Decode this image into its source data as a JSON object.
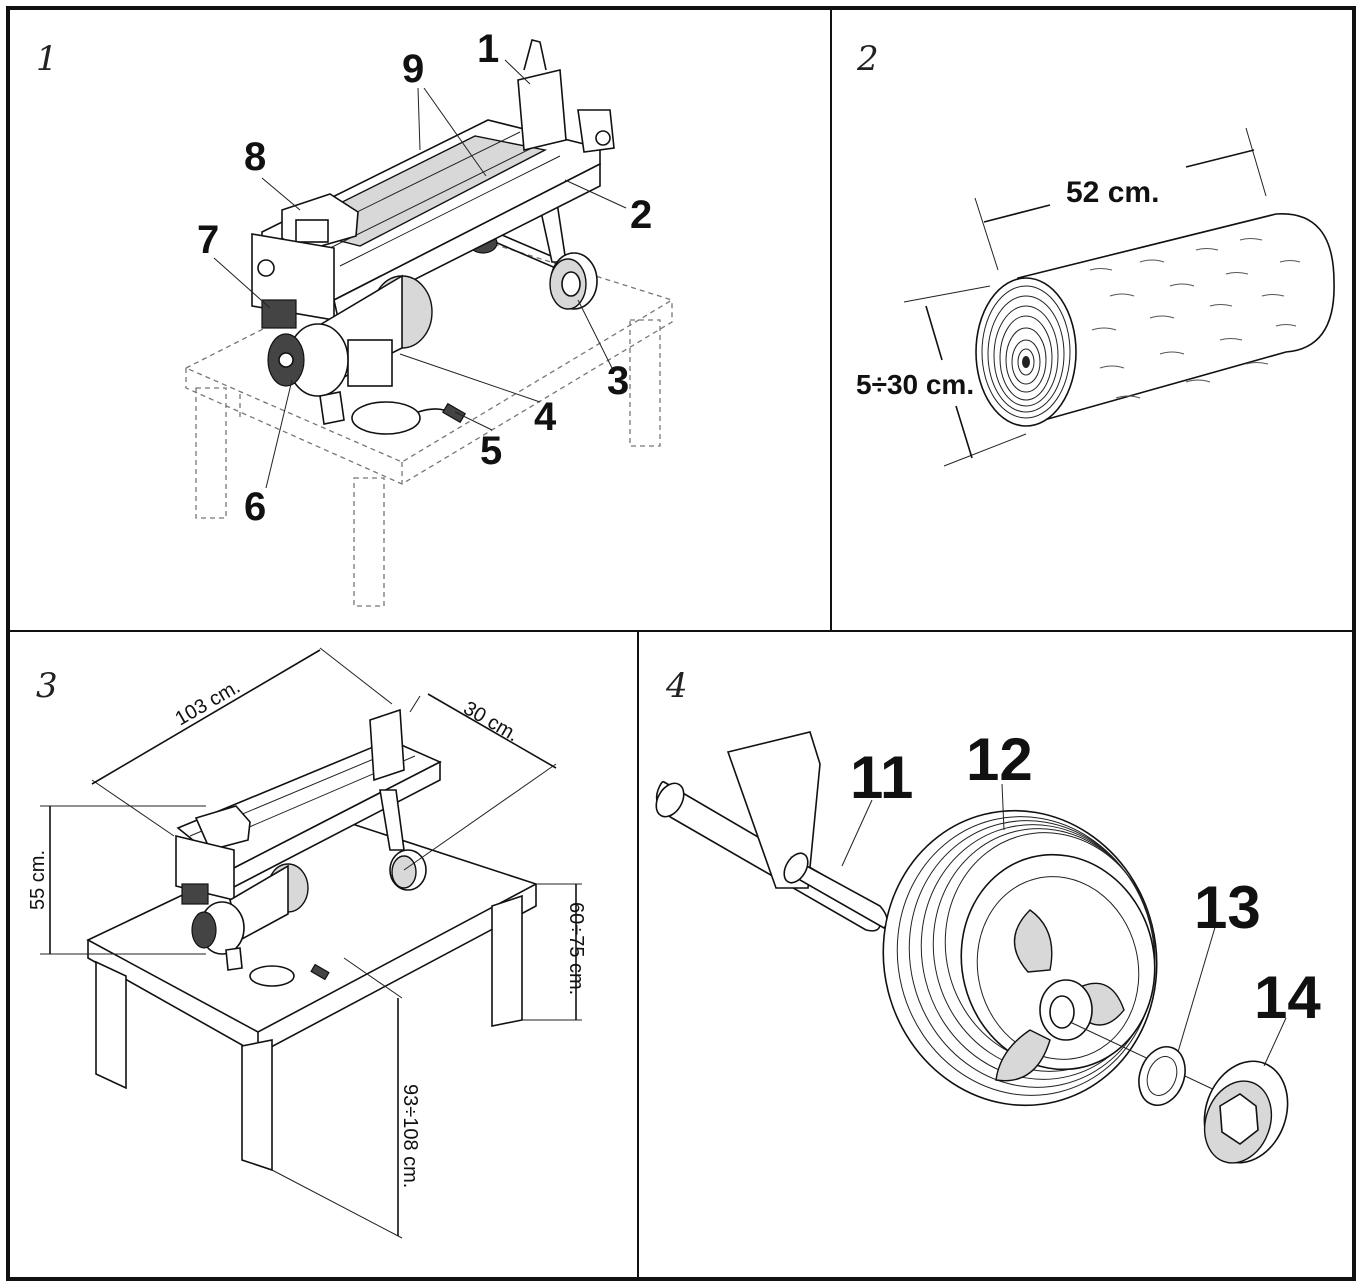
{
  "panels": [
    {
      "number": "1"
    },
    {
      "number": "2"
    },
    {
      "number": "3"
    },
    {
      "number": "4"
    }
  ],
  "figure1": {
    "callouts": [
      "1",
      "2",
      "3",
      "4",
      "5",
      "6",
      "7",
      "8",
      "9"
    ]
  },
  "figure2": {
    "length_label": "52 cm.",
    "diameter_label": "5÷30 cm."
  },
  "figure3": {
    "length_label": "103 cm.",
    "width_label": "30 cm.",
    "height_label": "55 cm.",
    "table_height_label": "60÷75 cm.",
    "total_height_label": "93÷108 cm."
  },
  "figure4": {
    "callouts": [
      "11",
      "12",
      "13",
      "14"
    ]
  }
}
